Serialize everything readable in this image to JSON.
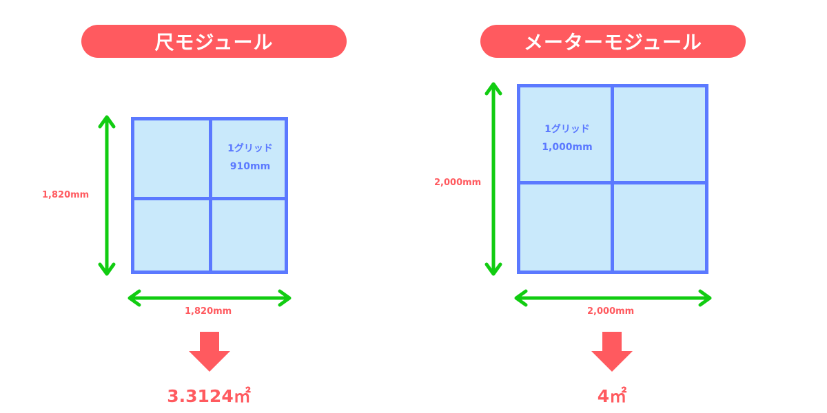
{
  "shaku": {
    "title": "尺モジュール",
    "grid_label": "1グリッド",
    "grid_size": "910mm",
    "height_label": "1,820mm",
    "width_label": "1,820mm",
    "area": "3.3124㎡"
  },
  "meter": {
    "title": "メーターモジュール",
    "grid_label": "1グリッド",
    "grid_size": "1,000mm",
    "height_label": "2,000mm",
    "width_label": "2,000mm",
    "area": "4㎡"
  },
  "colors": {
    "accent_red": "#ff5a5f",
    "grid_blue": "#5b79ff",
    "grid_fill": "#c9e9fb",
    "arrow_green": "#11cc11"
  }
}
